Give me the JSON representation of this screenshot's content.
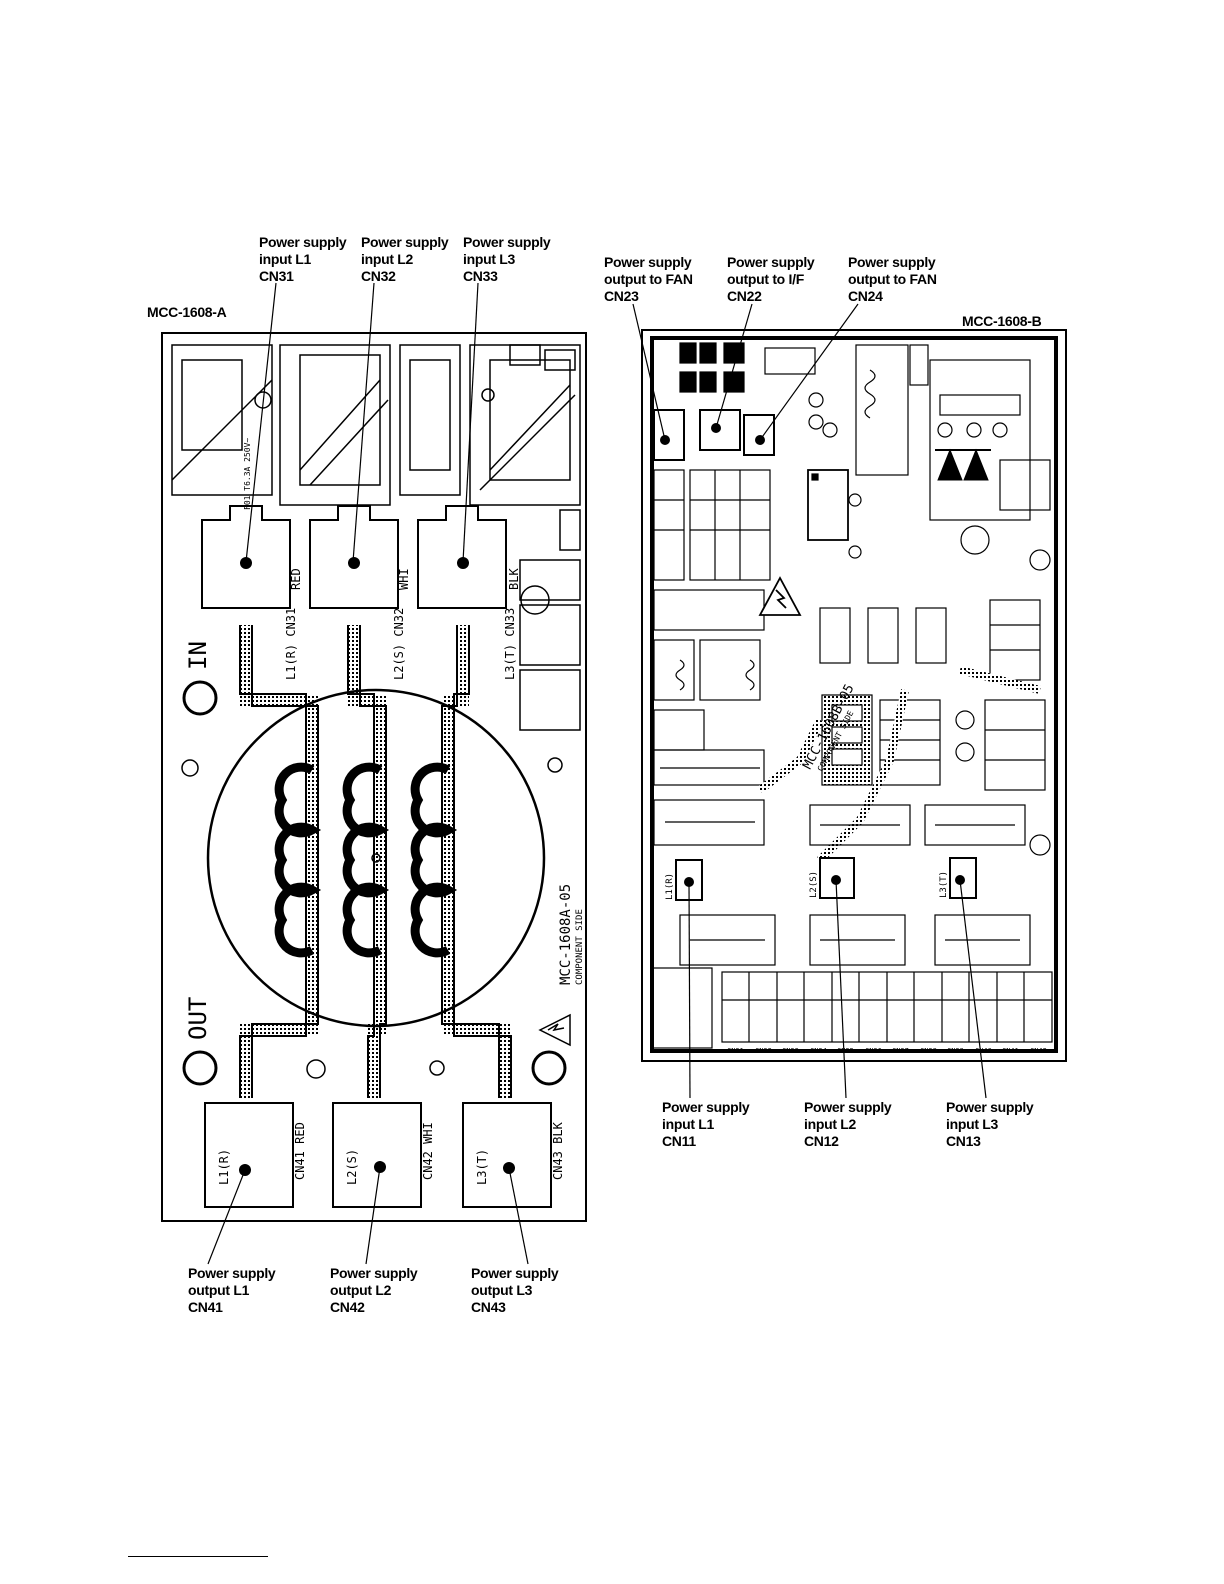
{
  "boards": {
    "a": {
      "name": "MCC-1608-A"
    },
    "b": {
      "name": "MCC-1608-B"
    }
  },
  "callouts_a_top": [
    {
      "lines": [
        "Power supply",
        "input L1",
        "CN31"
      ]
    },
    {
      "lines": [
        "Power supply",
        "input L2",
        "CN32"
      ]
    },
    {
      "lines": [
        "Power supply",
        "input L3",
        "CN33"
      ]
    }
  ],
  "callouts_a_bottom": [
    {
      "lines": [
        "Power supply",
        "output L1",
        "CN41"
      ]
    },
    {
      "lines": [
        "Power supply",
        "output L2",
        "CN42"
      ]
    },
    {
      "lines": [
        "Power supply",
        "output L3",
        "CN43"
      ]
    }
  ],
  "callouts_b_top": [
    {
      "lines": [
        "Power supply",
        "output to FAN",
        "CN23"
      ]
    },
    {
      "lines": [
        "Power supply",
        "output to I/F",
        "CN22"
      ]
    },
    {
      "lines": [
        "Power supply",
        "output to FAN",
        "CN24"
      ]
    }
  ],
  "callouts_b_bottom": [
    {
      "lines": [
        "Power supply",
        "input L1",
        "CN11"
      ]
    },
    {
      "lines": [
        "Power supply",
        "input L2",
        "CN12"
      ]
    },
    {
      "lines": [
        "Power supply",
        "input L3",
        "CN13"
      ]
    }
  ],
  "silkscreen_a": {
    "in_label": "IN",
    "out_label": "OUT",
    "board_code": "MCC-1608A-05",
    "side": "COMPONENT SIDE",
    "top_connectors": [
      "L1(R) CN31",
      "L2(S) CN32",
      "L3(T) CN33"
    ],
    "top_colors": [
      "RED",
      "WHI",
      "BLK"
    ],
    "bottom_connectors": [
      "L1(R)",
      "L2(S)",
      "L3(T)"
    ],
    "bottom_tags": [
      "CN41 RED",
      "CN42 WHI",
      "CN43 BLK"
    ],
    "fuse_text": "F01 T6.3A 250V~"
  },
  "silkscreen_b": {
    "board_code": "MCC-1608B-05",
    "side": "COMPONENT SIDE",
    "inputs": [
      "L1(R)",
      "L2(S)",
      "L3(T)"
    ],
    "bottom_row": [
      "CN31",
      "CN32",
      "CN33",
      "CN34",
      "CN35",
      "CN36",
      "CN37",
      "CN38",
      "CN39",
      "CN40",
      "CN41",
      "CN42"
    ]
  }
}
